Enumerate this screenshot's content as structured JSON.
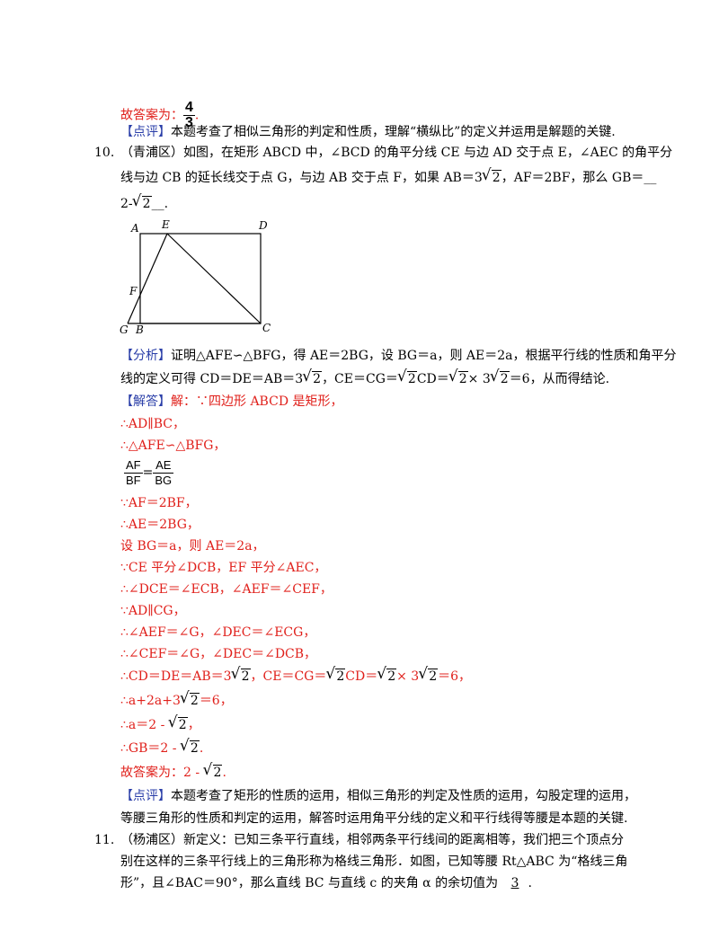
{
  "q9_answer": {
    "prefix": "故答案为：",
    "num": "4",
    "den": "3",
    "suffix": "."
  },
  "q9_comment": {
    "tag": "【点评】",
    "text": "本题考查了相似三角形的判定和性质，理解“横纵比”的定义并运用是解题的关键."
  },
  "q10": {
    "number": "10.",
    "line1": "（青浦区）如图，在矩形 ABCD 中，∠BCD 的角平分线 CE 与边 AD 交于点 E，∠AEC 的角平分",
    "line2a": "线与边 CB 的延长线交于点 G，与边 AB 交于点 F，如果 AB＝",
    "line2b": "3",
    "line2c": "2",
    "line2d": "，AF＝2BF，那么 GB＝__",
    "ans_a": "2-",
    "ans_b": "2",
    "ans_c": "__."
  },
  "figure": {
    "labels": {
      "A": "A",
      "E": "E",
      "D": "D",
      "F": "F",
      "G": "G",
      "B": "B",
      "C": "C"
    }
  },
  "analysis": {
    "tag": "【分析】",
    "line1": "证明△AFE∽△BFG，得 AE＝2BG，设 BG＝a，则 AE＝2a，根据平行线的性质和角平分",
    "line2a": "线的定义可得 CD＝DE＝AB＝3",
    "line2b": "2",
    "line2c": "，CE＝CG＝",
    "line2d": "2",
    "line2e": "CD＝",
    "line2f": "2",
    "line2g": "× 3",
    "line2h": "2",
    "line2i": "＝6，从而得结论."
  },
  "solution": {
    "tag": "【解答】",
    "s1": "解：∵四边形 ABCD 是矩形，",
    "s2": "∴AD∥BC，",
    "s3": "∴△AFE∽△BFG，",
    "s4_num1": "AF",
    "s4_den1": "BF",
    "s4_num2": "AE",
    "s4_den2": "BG",
    "s4_eq": "=",
    "s5": "∵AF＝2BF，",
    "s6": "∴AE＝2BG，",
    "s7": "设 BG＝a，则 AE＝2a，",
    "s8": "∵CE 平分∠DCB，EF 平分∠AEC，",
    "s9": "∴∠DCE＝∠ECB，∠AEF＝∠CEF，",
    "s10": "∵AD∥CG，",
    "s11": "∴∠AEF＝∠G，∠DEC＝∠ECG，",
    "s12": "∴∠CEF＝∠G，∠DEC＝∠DCB，",
    "s13a": "∴CD＝DE＝AB＝3",
    "s13b": "2",
    "s13c": "，CE＝CG＝",
    "s13d": "2",
    "s13e": "CD＝",
    "s13f": "2",
    "s13g": "× 3",
    "s13h": "2",
    "s13i": "＝6，",
    "s14a": "∴a+2a+3",
    "s14b": "2",
    "s14c": "＝6，",
    "s15a": "∴a＝2 - ",
    "s15b": "2",
    "s15c": "，",
    "s16a": "∴GB＝2 - ",
    "s16b": "2",
    "s16c": ".",
    "s17a": "故答案为：2 - ",
    "s17b": "2",
    "s17c": "."
  },
  "comment10": {
    "tag": "【点评】",
    "line1": "本题考查了矩形的性质的运用，相似三角形的判定及性质的运用，勾股定理的运用，",
    "line2": "等腰三角形的性质和判定的运用，解答时运用角平分线的定义和平行线得等腰是本题的关键."
  },
  "q11": {
    "number": "11.",
    "line1": "（杨浦区）新定义：已知三条平行直线，相邻两条平行线间的距离相等，我们把三个顶点分",
    "line2": "别在这样的三条平行线上的三角形称为格线三角形．如图，已知等腰 Rt△ABC 为“格线三角",
    "line3": "形”，且∠BAC＝90°，那么直线 BC 与直线 c 的夹角 α 的余切值为",
    "answer": "3",
    "end": "."
  }
}
